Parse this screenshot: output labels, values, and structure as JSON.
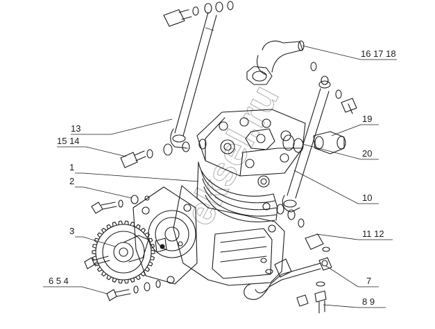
{
  "callouts": [
    {
      "id": "c16",
      "text": "16 17 18"
    },
    {
      "id": "c13",
      "text": "13"
    },
    {
      "id": "c19",
      "text": "19"
    },
    {
      "id": "c1514",
      "text": "15 14"
    },
    {
      "id": "c20",
      "text": "20"
    },
    {
      "id": "c1",
      "text": "1"
    },
    {
      "id": "c2",
      "text": "2"
    },
    {
      "id": "c10",
      "text": "10"
    },
    {
      "id": "c3",
      "text": "3"
    },
    {
      "id": "c1112",
      "text": "11 12"
    },
    {
      "id": "c654",
      "text": "6 5 4"
    },
    {
      "id": "c7",
      "text": "7"
    },
    {
      "id": "c89",
      "text": "8 9"
    }
  ],
  "watermark": "eksel.ru",
  "colors": {
    "ink": "#1a1a1a",
    "paper": "#ffffff",
    "watermark": "#b9b9b9"
  }
}
